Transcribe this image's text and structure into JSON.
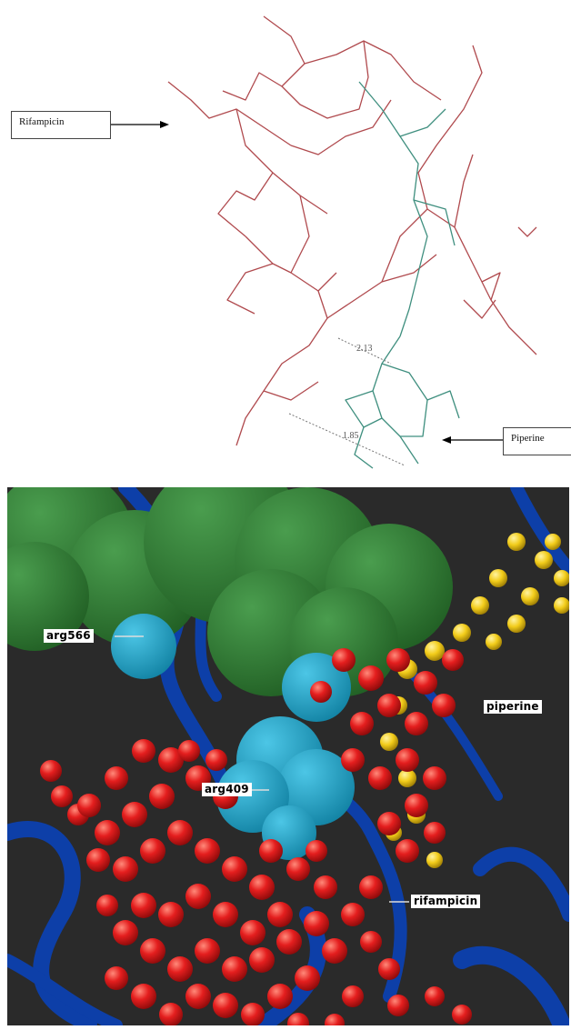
{
  "top_figure": {
    "labels": {
      "rifampicin": "Rifampicin",
      "piperine": "Piperine"
    },
    "distances": {
      "d1": "2.13",
      "d2": "1.85"
    },
    "colors": {
      "rifampicin_bonds": "#b04a4e",
      "piperine_bonds": "#3f8f7f"
    }
  },
  "bottom_figure": {
    "labels": {
      "arg566": "arg566",
      "arg409": "arg409",
      "piperine": "piperine",
      "rifampicin": "rifampicin"
    },
    "colors": {
      "background": "#2a2a2a",
      "ribbon": "#0d3fa8",
      "green_surface": "#2e7d32",
      "cyan_surface": "#1aa3c8",
      "rifampicin_atoms": "#e02020",
      "piperine_atoms": "#f2cc1a"
    }
  }
}
